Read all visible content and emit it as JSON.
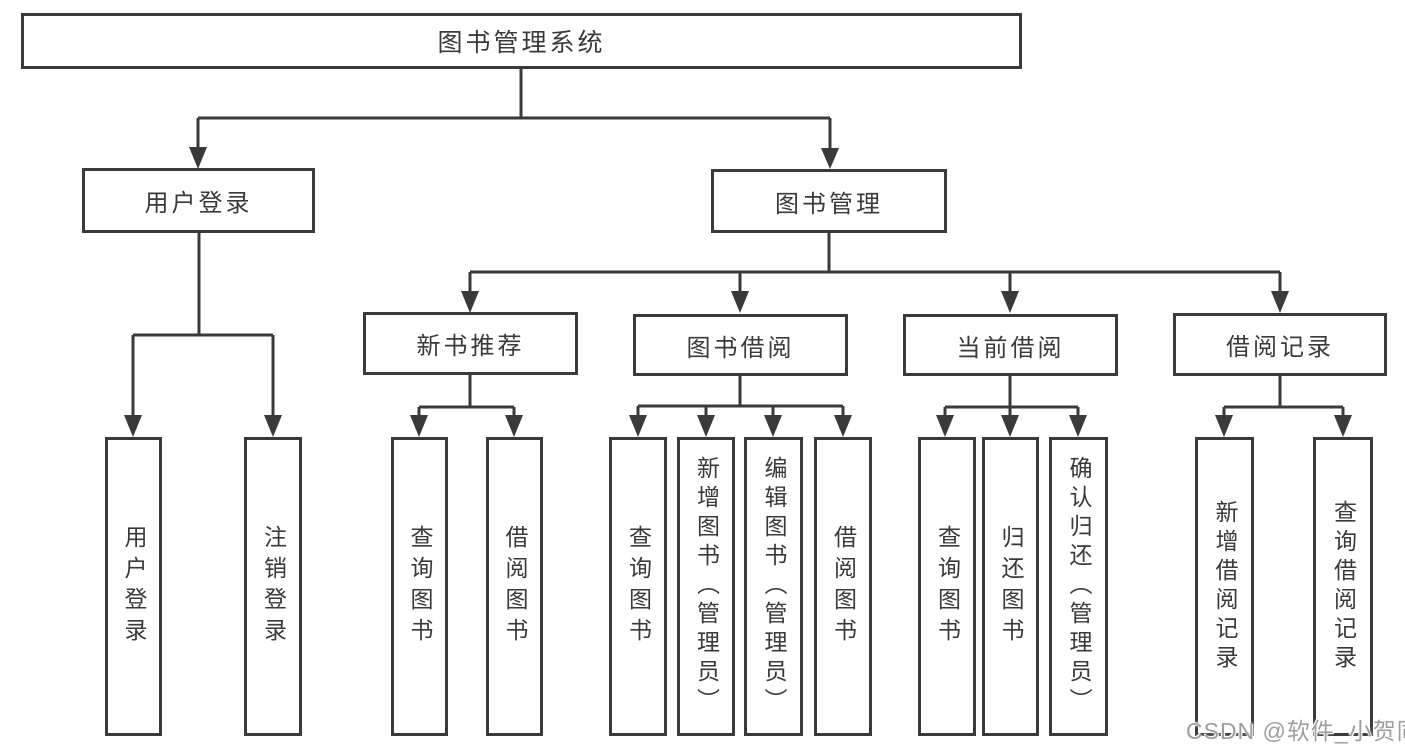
{
  "root": {
    "label": "图书管理系统"
  },
  "branches": {
    "user_login": {
      "label": "用户登录",
      "children": [
        {
          "label": "用户登录"
        },
        {
          "label": "注销登录"
        }
      ]
    },
    "book_management": {
      "label": "图书管理",
      "sections": [
        {
          "label": "新书推荐",
          "children": [
            {
              "label": "查询图书"
            },
            {
              "label": "借阅图书"
            }
          ]
        },
        {
          "label": "图书借阅",
          "children": [
            {
              "label": "查询图书"
            },
            {
              "label": "新增图书（管理员）"
            },
            {
              "label": "编辑图书（管理员）"
            },
            {
              "label": "借阅图书"
            }
          ]
        },
        {
          "label": "当前借阅",
          "children": [
            {
              "label": "查询图书"
            },
            {
              "label": "归还图书"
            },
            {
              "label": "确认归还（管理员）"
            }
          ]
        },
        {
          "label": "借阅记录",
          "children": [
            {
              "label": "新增借阅记录"
            },
            {
              "label": "查询借阅记录"
            }
          ]
        }
      ]
    }
  },
  "watermark": {
    "text": "CSDN @软件_小贺同学"
  },
  "colors": {
    "line": "#3a3a3a",
    "text": "#3a3a3a",
    "background": "#ffffff",
    "watermark": "#9e9e9e"
  }
}
